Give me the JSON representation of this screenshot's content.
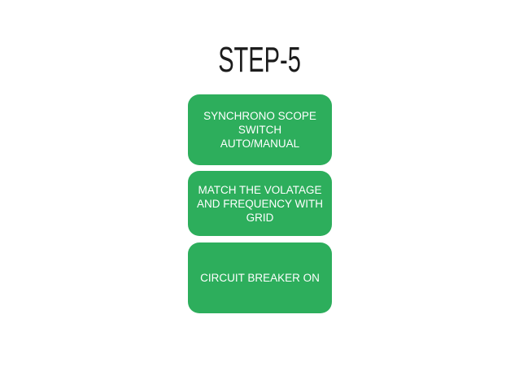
{
  "slide": {
    "title": "STEP-5"
  },
  "colors": {
    "background": "#ffffff",
    "title_text": "#1c1c1c",
    "box_fill": "#2dae5c",
    "box_text": "#ffffff"
  },
  "steps": [
    {
      "label": "SYNCHRONO SCOPE\nSWITCH\nAUTO/MANUAL"
    },
    {
      "label": "MATCH THE VOLATAGE\nAND FREQUENCY WITH\nGRID"
    },
    {
      "label": "CIRCUIT BREAKER ON"
    }
  ]
}
